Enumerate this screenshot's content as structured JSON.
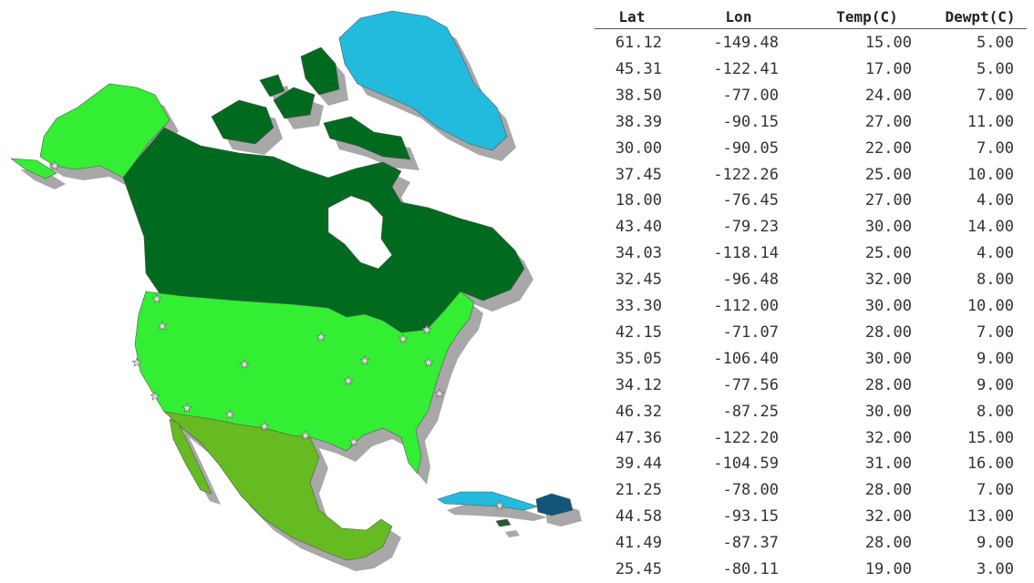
{
  "table": {
    "headers": {
      "lat": "Lat",
      "lon": "Lon",
      "temp": "Temp(C)",
      "dewpt": "Dewpt(C)"
    },
    "rows": [
      {
        "lat": "61.12",
        "lon": "-149.48",
        "temp": "15.00",
        "dewpt": "5.00"
      },
      {
        "lat": "45.31",
        "lon": "-122.41",
        "temp": "17.00",
        "dewpt": "5.00"
      },
      {
        "lat": "38.50",
        "lon": "-77.00",
        "temp": "24.00",
        "dewpt": "7.00"
      },
      {
        "lat": "38.39",
        "lon": "-90.15",
        "temp": "27.00",
        "dewpt": "11.00"
      },
      {
        "lat": "30.00",
        "lon": "-90.05",
        "temp": "22.00",
        "dewpt": "7.00"
      },
      {
        "lat": "37.45",
        "lon": "-122.26",
        "temp": "25.00",
        "dewpt": "10.00"
      },
      {
        "lat": "18.00",
        "lon": "-76.45",
        "temp": "27.00",
        "dewpt": "4.00"
      },
      {
        "lat": "43.40",
        "lon": "-79.23",
        "temp": "30.00",
        "dewpt": "14.00"
      },
      {
        "lat": "34.03",
        "lon": "-118.14",
        "temp": "25.00",
        "dewpt": "4.00"
      },
      {
        "lat": "32.45",
        "lon": "-96.48",
        "temp": "32.00",
        "dewpt": "8.00"
      },
      {
        "lat": "33.30",
        "lon": "-112.00",
        "temp": "30.00",
        "dewpt": "10.00"
      },
      {
        "lat": "42.15",
        "lon": "-71.07",
        "temp": "28.00",
        "dewpt": "7.00"
      },
      {
        "lat": "35.05",
        "lon": "-106.40",
        "temp": "30.00",
        "dewpt": "9.00"
      },
      {
        "lat": "34.12",
        "lon": "-77.56",
        "temp": "28.00",
        "dewpt": "9.00"
      },
      {
        "lat": "46.32",
        "lon": "-87.25",
        "temp": "30.00",
        "dewpt": "8.00"
      },
      {
        "lat": "47.36",
        "lon": "-122.20",
        "temp": "32.00",
        "dewpt": "15.00"
      },
      {
        "lat": "39.44",
        "lon": "-104.59",
        "temp": "31.00",
        "dewpt": "16.00"
      },
      {
        "lat": "21.25",
        "lon": "-78.00",
        "temp": "28.00",
        "dewpt": "7.00"
      },
      {
        "lat": "44.58",
        "lon": "-93.15",
        "temp": "32.00",
        "dewpt": "13.00"
      },
      {
        "lat": "41.49",
        "lon": "-87.37",
        "temp": "28.00",
        "dewpt": "9.00"
      },
      {
        "lat": "25.45",
        "lon": "-80.11",
        "temp": "19.00",
        "dewpt": "3.00"
      }
    ]
  },
  "map": {
    "colors": {
      "usa": "#33ee33",
      "alaska": "#33ee33",
      "canada": "#006b1f",
      "mexico": "#66bb22",
      "greenland": "#22bbdd",
      "cuba": "#22bbdd",
      "hispaniola": "#11557a",
      "jamaica": "#2a5a2a",
      "lakes": "#ffffff",
      "shadow": "#a8a8a8",
      "station": "#dddddd"
    },
    "station_marker_icon": "star-icon"
  }
}
